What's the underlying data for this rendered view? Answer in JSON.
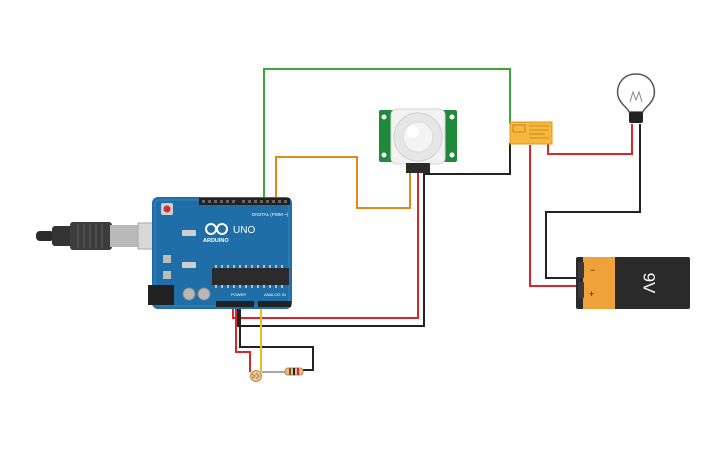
{
  "arduino": {
    "logo_text": "ARDUINO",
    "model": "UNO",
    "digital_label": "DIGITAL (PWM ~)",
    "power_label": "POWER",
    "analog_label": "ANALOG IN"
  },
  "battery": {
    "label": "9V",
    "minus": "−",
    "plus": "+"
  },
  "colors": {
    "board": "#1f6ea8",
    "wire_red": "#d9262b",
    "wire_black": "#222222",
    "wire_green": "#3aa83a",
    "wire_orange": "#e28a16",
    "wire_yellow": "#e3c11b",
    "pir_pcb": "#1f8a3a",
    "relay": "#f6b73c",
    "battery_body": "#2a2a2a",
    "battery_cap": "#f0a23a"
  }
}
